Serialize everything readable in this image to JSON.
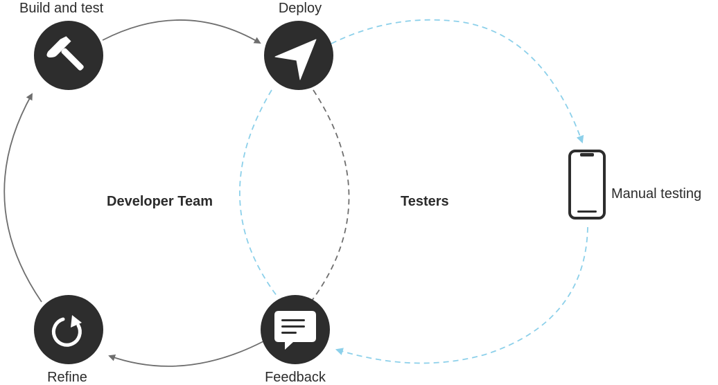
{
  "nodes": {
    "build_test": {
      "label": "Build and test",
      "icon": "hammer-icon"
    },
    "deploy": {
      "label": "Deploy",
      "icon": "paper-plane-icon"
    },
    "manual_testing": {
      "label": "Manual testing",
      "icon": "phone-icon"
    },
    "feedback": {
      "label": "Feedback",
      "icon": "speech-bubble-icon"
    },
    "refine": {
      "label": "Refine",
      "icon": "refresh-icon"
    }
  },
  "regions": {
    "developer_team": "Developer Team",
    "testers": "Testers"
  },
  "colors": {
    "node_fill": "#2d2d2d",
    "solid_arrow": "#6e6e6e",
    "dashed_gray": "#6e6e6e",
    "dashed_blue": "#8cd0ea",
    "text": "#2b2b2b"
  }
}
